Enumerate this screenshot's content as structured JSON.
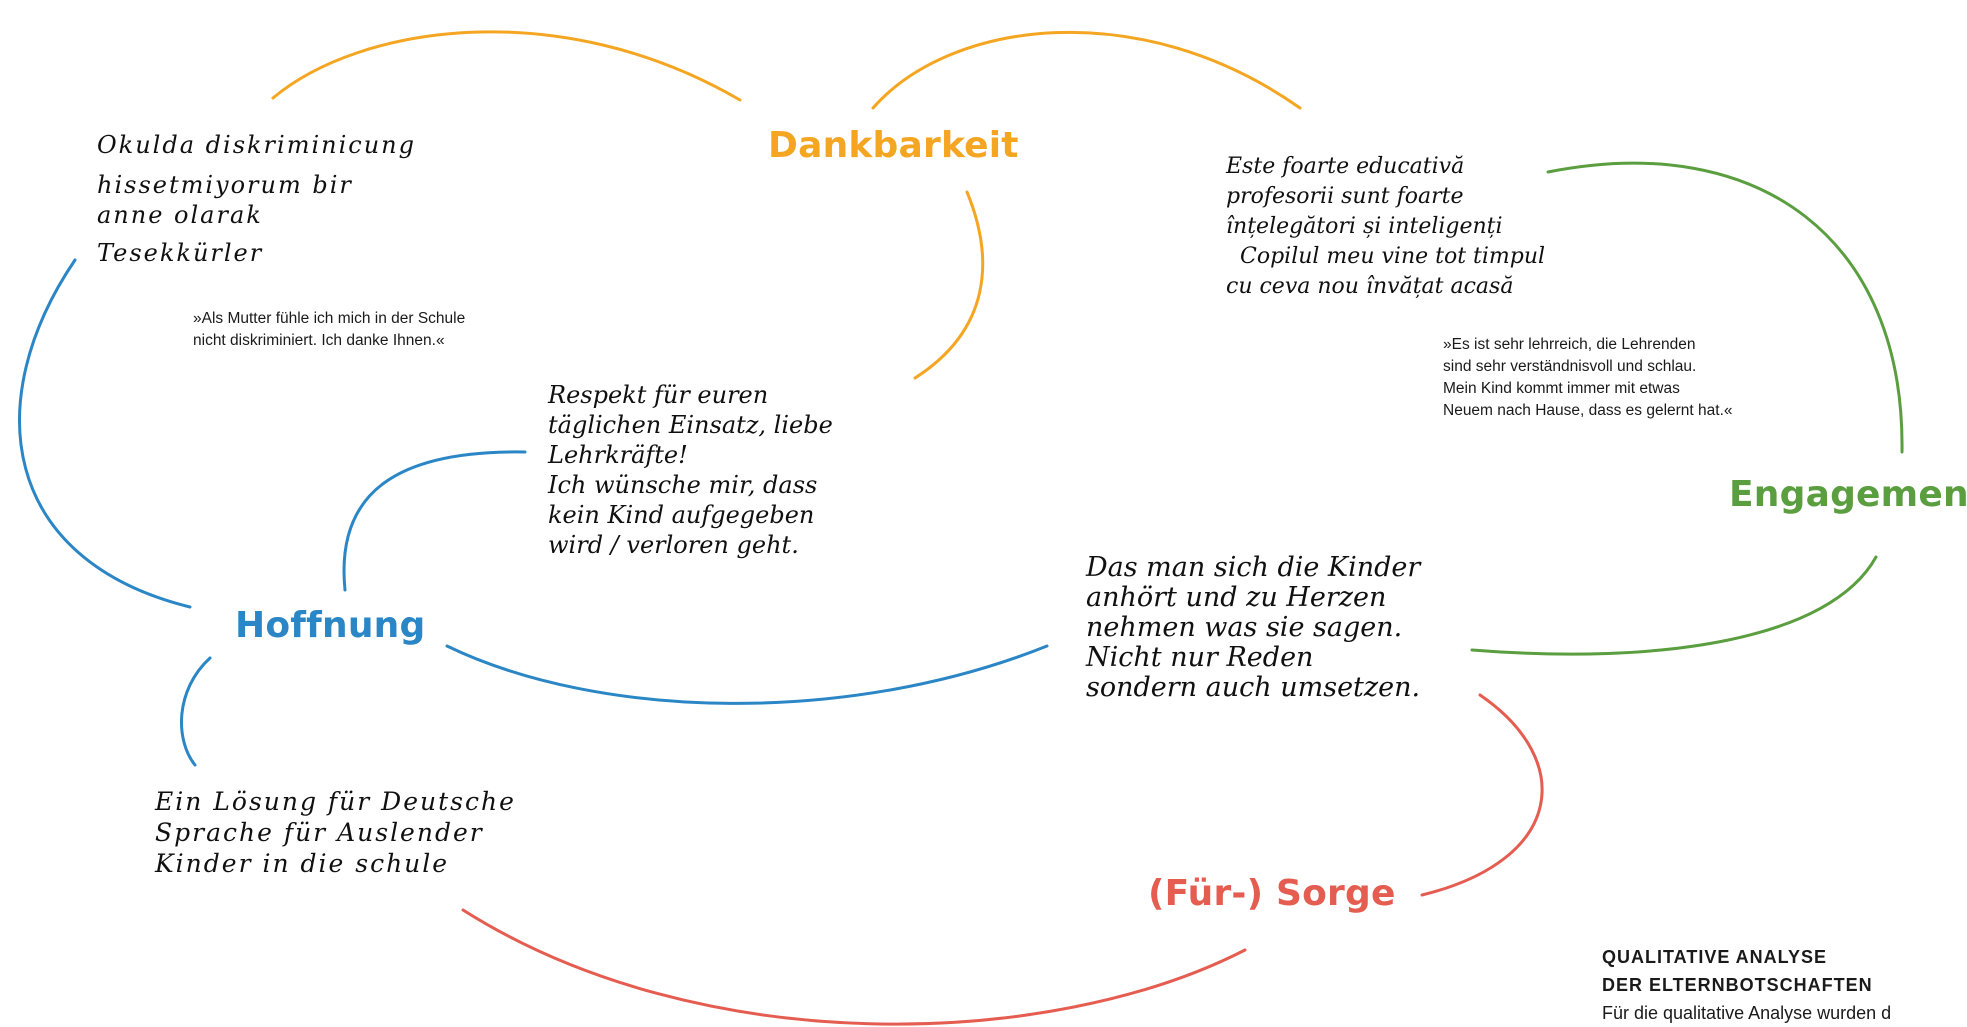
{
  "colors": {
    "dankbarkeit": "#F4A623",
    "hoffnung": "#2B86C5",
    "engagement": "#5A9E3F",
    "fuersorge": "#E45D50",
    "text": "#111111"
  },
  "nodes": {
    "dankbarkeit": "Dankbarkeit",
    "hoffnung": "Hoffnung",
    "engagement": "Engagement",
    "fuersorge": "(Für-) Sorge"
  },
  "messages": {
    "turkish": {
      "handwritten": [
        "Okulda diskriminicung",
        "hissetmiyorum bir",
        "anne olarak",
        "Tesekkürler"
      ],
      "translation": [
        "»Als Mutter fühle ich mich in der Schule",
        "nicht diskriminiert. Ich danke Ihnen.«"
      ]
    },
    "romanian": {
      "handwritten": [
        "Este foarte educativă",
        "profesorii sunt foarte",
        "înțelegători și inteligenți",
        "Copilul meu vine tot timpul",
        "cu ceva nou învățat acasă"
      ],
      "translation": [
        "»Es ist sehr lehrreich, die Lehrenden",
        "sind sehr verständnisvoll und schlau.",
        "Mein Kind kommt immer mit etwas",
        "Neuem nach Hause, dass es gelernt hat.«"
      ]
    },
    "respekt": [
      "Respekt für euren",
      "täglichen Einsatz, liebe",
      "Lehrkräfte!",
      "Ich wünsche mir, dass",
      "kein Kind aufgegeben",
      "wird / verloren geht."
    ],
    "zuhoeren": [
      "Das man sich die Kinder",
      "anhört und zu Herzen",
      "nehmen was sie sagen.",
      "Nicht nur Reden",
      "sondern auch umsetzen."
    ],
    "sprache": [
      "Ein Lösung für Deutsche",
      "Sprache für Auslender",
      "Kinder in die schule"
    ]
  },
  "analysis": {
    "heading_line1": "QUALITATIVE ANALYSE",
    "heading_line2": "DER ELTERNBOTSCHAFTEN",
    "body": "Für die qualitative Analyse wurden d"
  }
}
